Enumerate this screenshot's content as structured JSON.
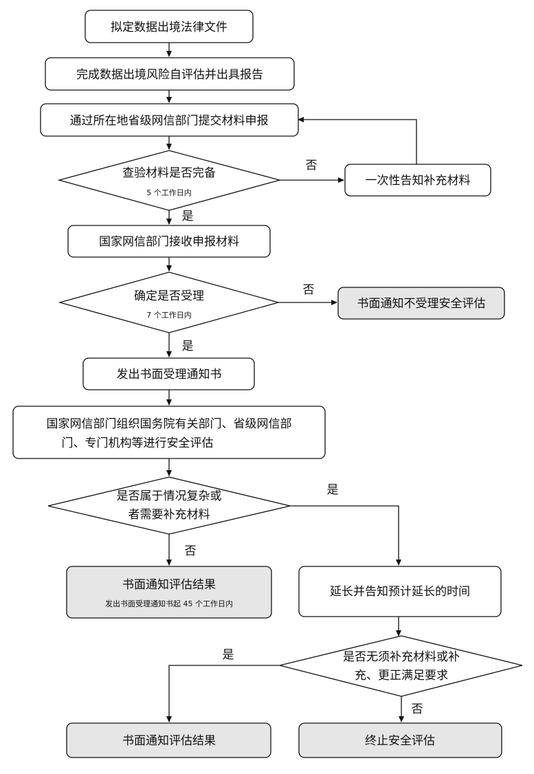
{
  "steps": {
    "s1": "拟定数据出境法律文件",
    "s2": "完成数据出境风险自评估并出具报告",
    "s3": "通过所在地省级网信部门提交材料申报",
    "d1": "查验材料是否完备",
    "d1_note": "5 个工作日内",
    "side1": "一次性告知补充材料",
    "s4": "国家网信部门接收申报材料",
    "d2": "确定是否受理",
    "d2_note": "7 个工作日内",
    "side2": "书面通知不受理安全评估",
    "s5": "发出书面受理通知书",
    "s6_line1": "国家网信部门组织国务院有关部门、省级网信部",
    "s6_line2": "门、专门机构等进行安全评估",
    "d3_line1": "是否属于情况复杂或",
    "d3_line2": "者需要补充材料",
    "r1": "书面通知评估结果",
    "r1_note": "发出书面受理通知书起 45 个工作日内",
    "s7": "延长并告知预计延长的时间",
    "d4_line1": "是否无须补充材料或补",
    "d4_line2": "充、更正满足要求",
    "r2": "书面通知评估结果",
    "r3": "终止安全评估"
  },
  "labels": {
    "yes": "是",
    "no": "否"
  },
  "colors": {
    "line": "#111111",
    "box_fill": "#ffffff",
    "result_fill": "#e6e6e6"
  }
}
